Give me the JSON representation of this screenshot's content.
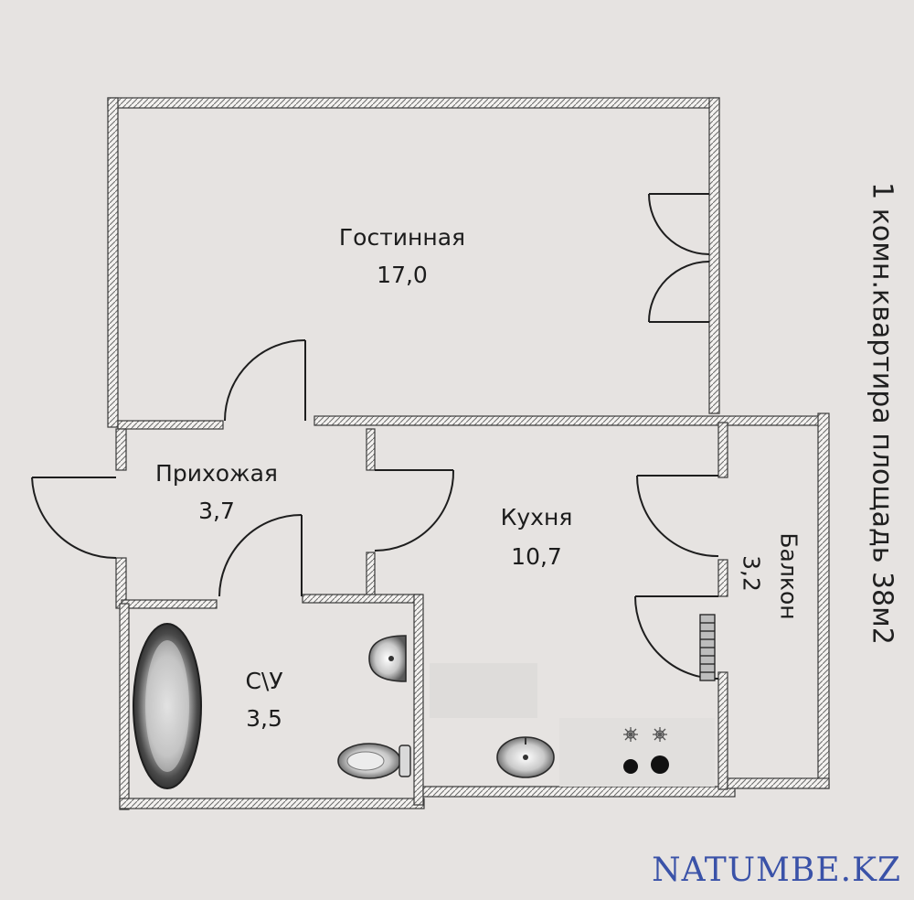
{
  "title": "1 комн.квартира площадь 38м2",
  "rooms": {
    "living": {
      "name": "Гостинная",
      "area": "17,0"
    },
    "hall": {
      "name": "Прихожая",
      "area": "3,7"
    },
    "kitchen": {
      "name": "Кухня",
      "area": "10,7"
    },
    "balcony": {
      "name": "Балкон",
      "area": "3,2"
    },
    "bathroom": {
      "name": "С\\У",
      "area": "3,5"
    }
  },
  "watermark": "NATUMBE.KZ",
  "colors": {
    "background": "#e6e3e1",
    "wall": "#3a3a3a",
    "watermark": "#3a52a8"
  },
  "icons": [
    "door-swing-icon",
    "bathtub-icon",
    "washbasin-icon",
    "toilet-icon",
    "kitchen-sink-icon",
    "stove-icon",
    "radiator-icon"
  ]
}
